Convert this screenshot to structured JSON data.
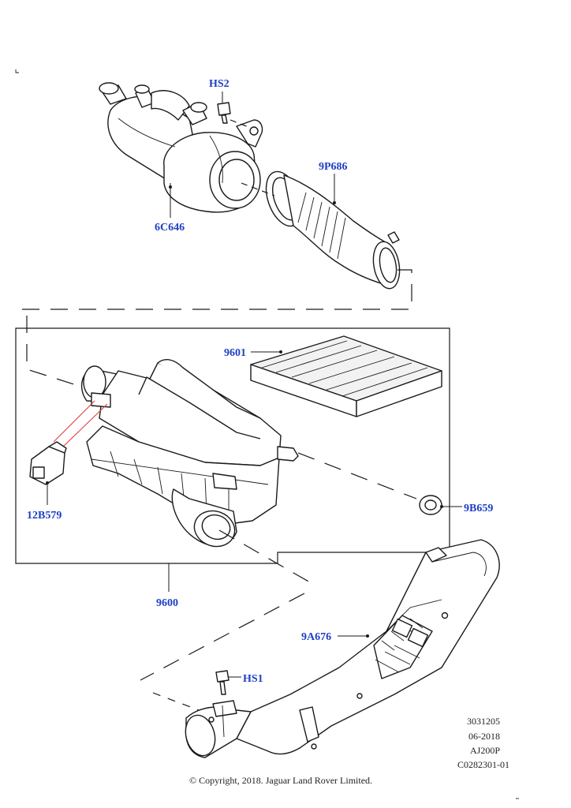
{
  "labels": {
    "hs2": "HS2",
    "p9p686": "9P686",
    "p6c646": "6C646",
    "p9601": "9601",
    "p12b579": "12B579",
    "p9b659": "9B659",
    "p9600": "9600",
    "p9a676": "9A676",
    "hs1": "HS1"
  },
  "meta": {
    "line1": "3031205",
    "line2": "06-2018",
    "line3": "AJ200P",
    "line4": "C0282301-01"
  },
  "copyright": "© Copyright, 2018. Jaguar Land Rover Limited.",
  "colors": {
    "label": "#1d3fc4",
    "line": "#1a1a1a",
    "accent_line": "#e03030"
  }
}
